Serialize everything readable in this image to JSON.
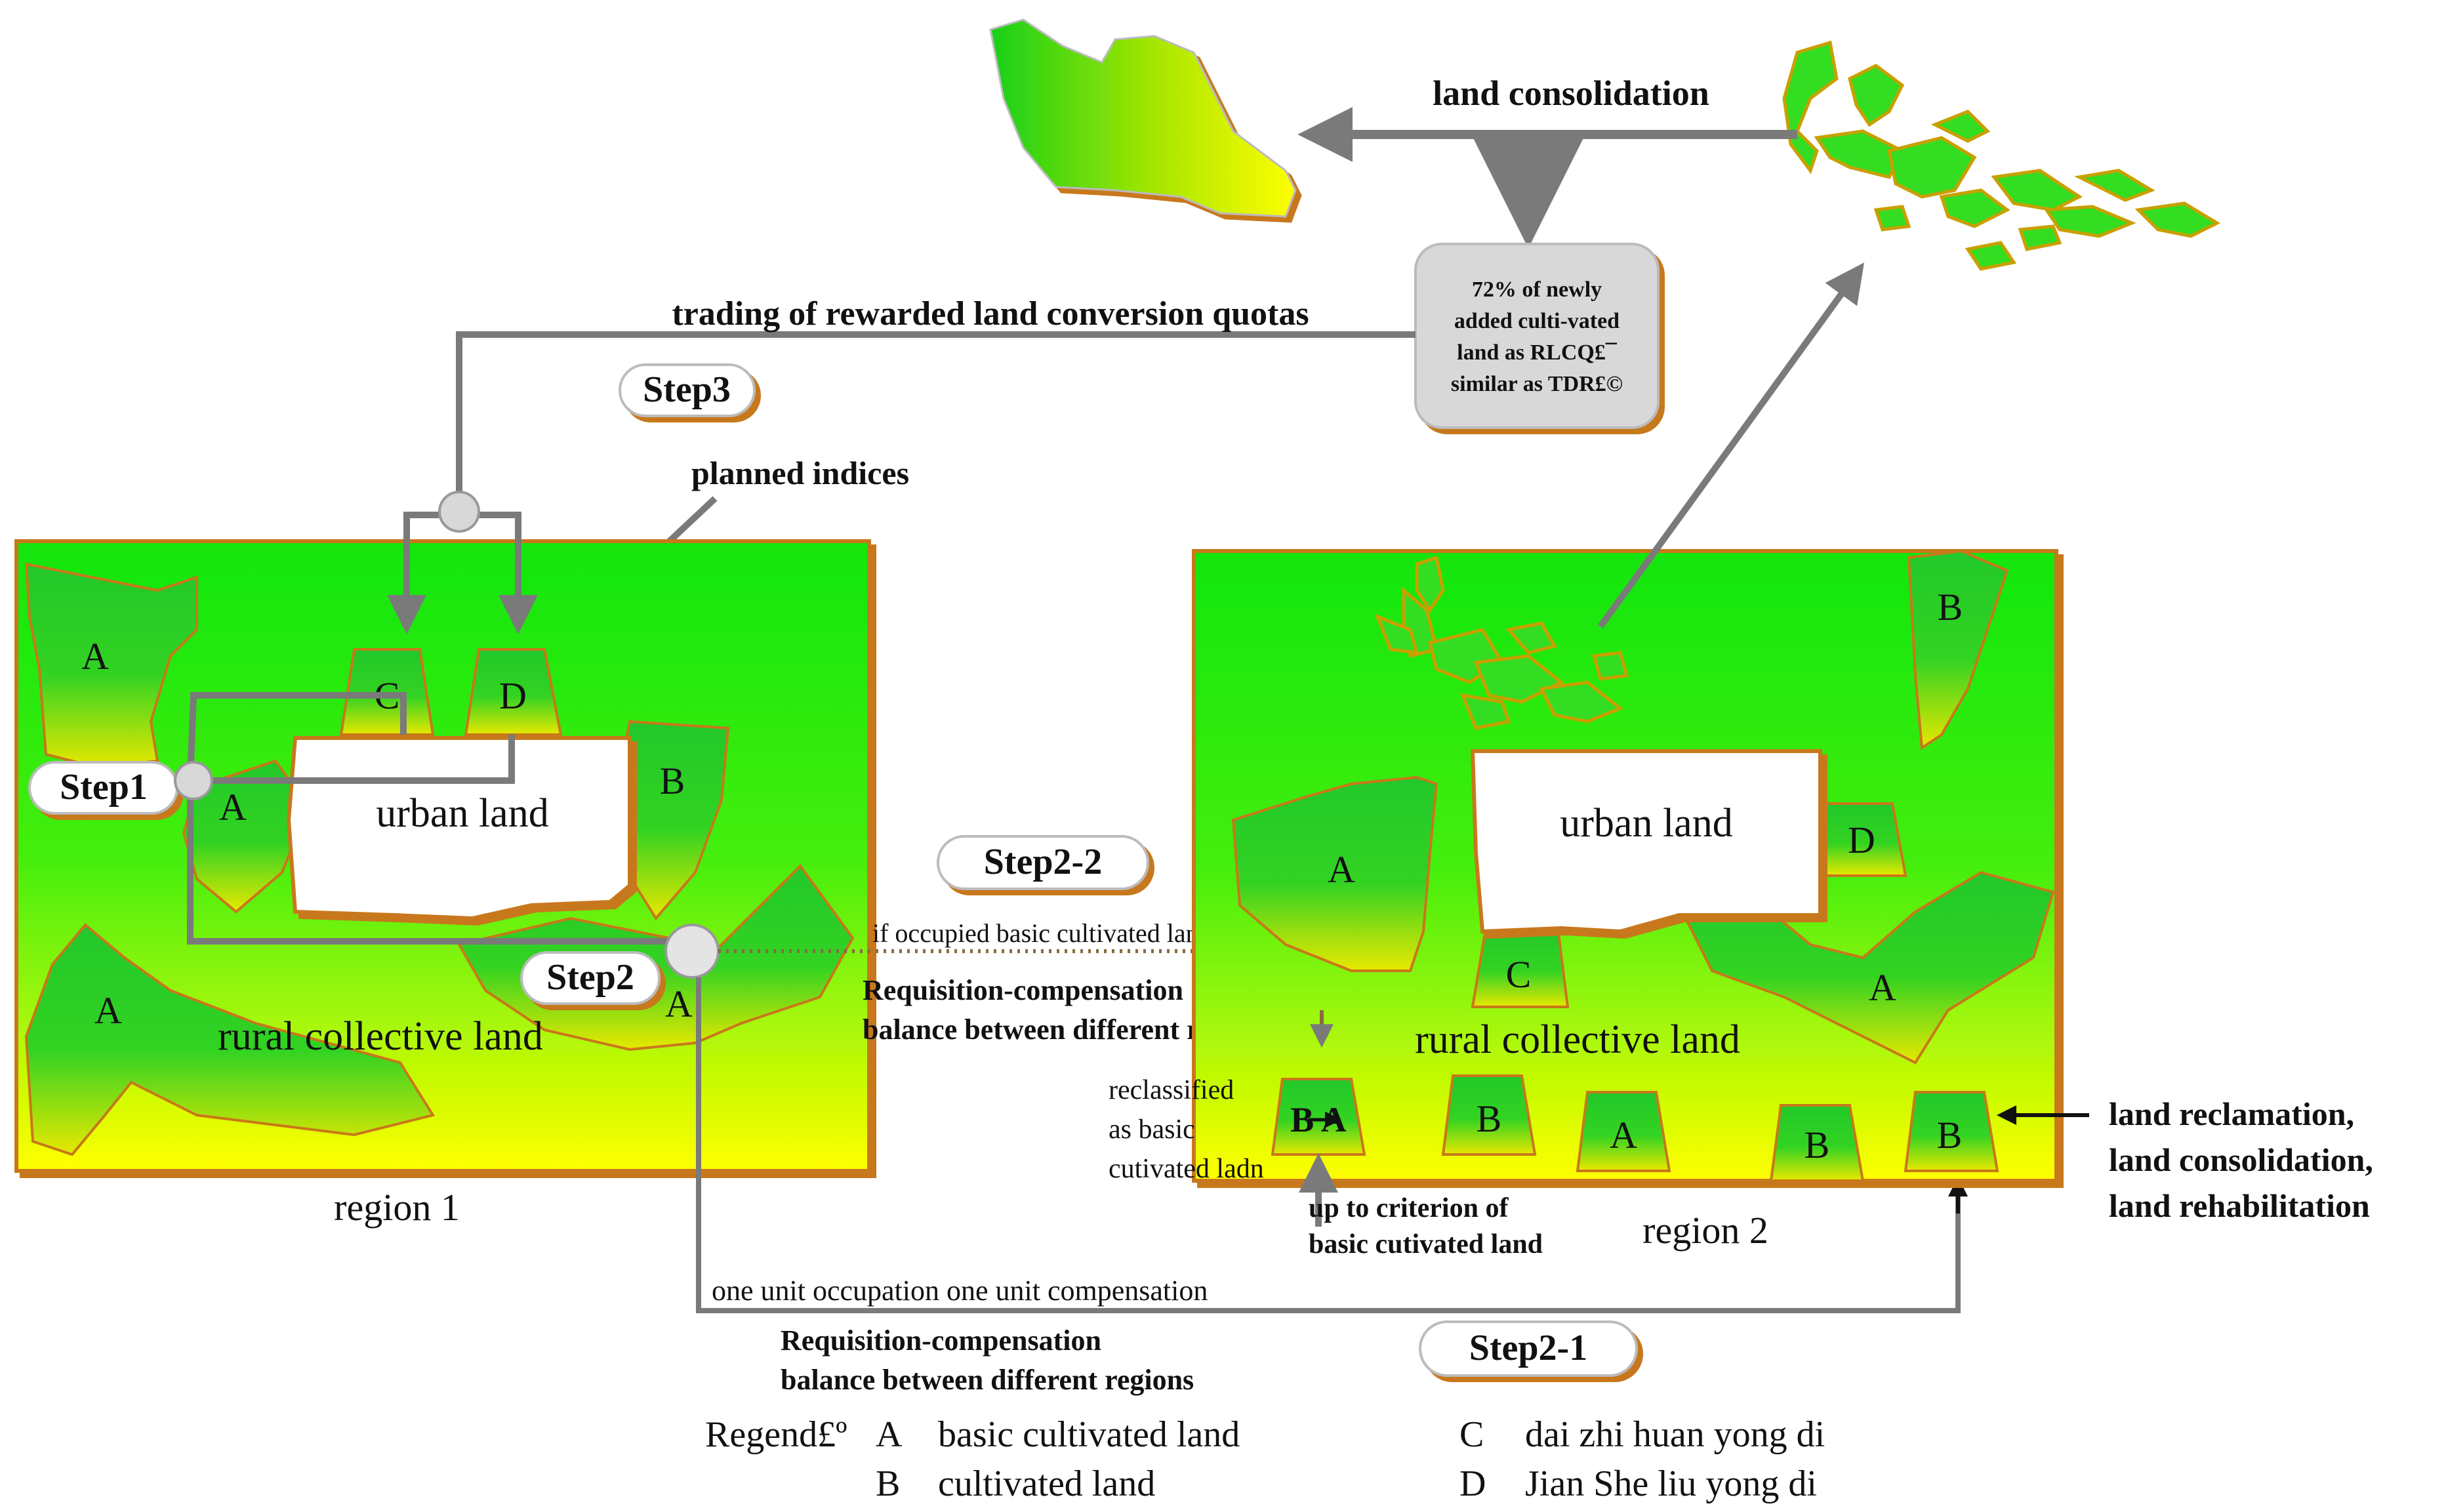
{
  "top": {
    "land_consolidation": "land consolidation",
    "quota_box": [
      "72% of newly",
      "added culti-vated",
      "land as RLCQ£¯",
      "similar as TDR£©"
    ],
    "trading": "trading of rewarded land conversion quotas",
    "planned_indices": "planned indices"
  },
  "steps": {
    "step1": "Step1",
    "step2": "Step2",
    "step3": "Step3",
    "step2_1": "Step2-1",
    "step2_2": "Step2-2"
  },
  "region1": {
    "caption": "region 1",
    "urban": "urban land",
    "rural": "rural collective land",
    "labels": {
      "a1": "A",
      "a2": "A",
      "a3": "A",
      "a4": "A",
      "b": "B",
      "c": "C",
      "d": "D"
    }
  },
  "region2": {
    "caption": "region 2",
    "urban": "urban  land",
    "rural": "rural collective land",
    "labels": {
      "a1": "A",
      "a2": "A",
      "b_top": "B",
      "c": "C",
      "d": "D",
      "p_ba": "B  A",
      "p_b1": "B",
      "p_a": "A",
      "p_b2": "B",
      "p_b3": "B"
    }
  },
  "middle": {
    "occupied": "if occupied basic cultivated land",
    "req_comp_1": "Requisition-compensation",
    "req_comp_2": "balance between different regions",
    "reclassified": [
      "reclassified",
      "as basic",
      "cutivated ladn"
    ],
    "criterion": [
      "up to criterion of",
      "basic cutivated land"
    ],
    "reclamation": [
      "land reclamation,",
      "land consolidation,",
      "land rehabilitation"
    ]
  },
  "bottom": {
    "one_unit": "one unit occupation one unit compensation",
    "req_comp_1": "Requisition-compensation",
    "req_comp_2": "balance between different regions"
  },
  "legend": {
    "title": "Regend£º",
    "a_key": "A",
    "a_text": "basic cultivated land",
    "b_key": "B",
    "b_text": "cultivated land",
    "c_key": "C",
    "c_text": "dai zhi huan yong di",
    "d_key": "D",
    "d_text": "Jian She liu yong di"
  },
  "colors": {
    "green": "#22dd22",
    "yellow": "#ffff00",
    "brown": "#c8781a",
    "arrow": "#808080"
  }
}
